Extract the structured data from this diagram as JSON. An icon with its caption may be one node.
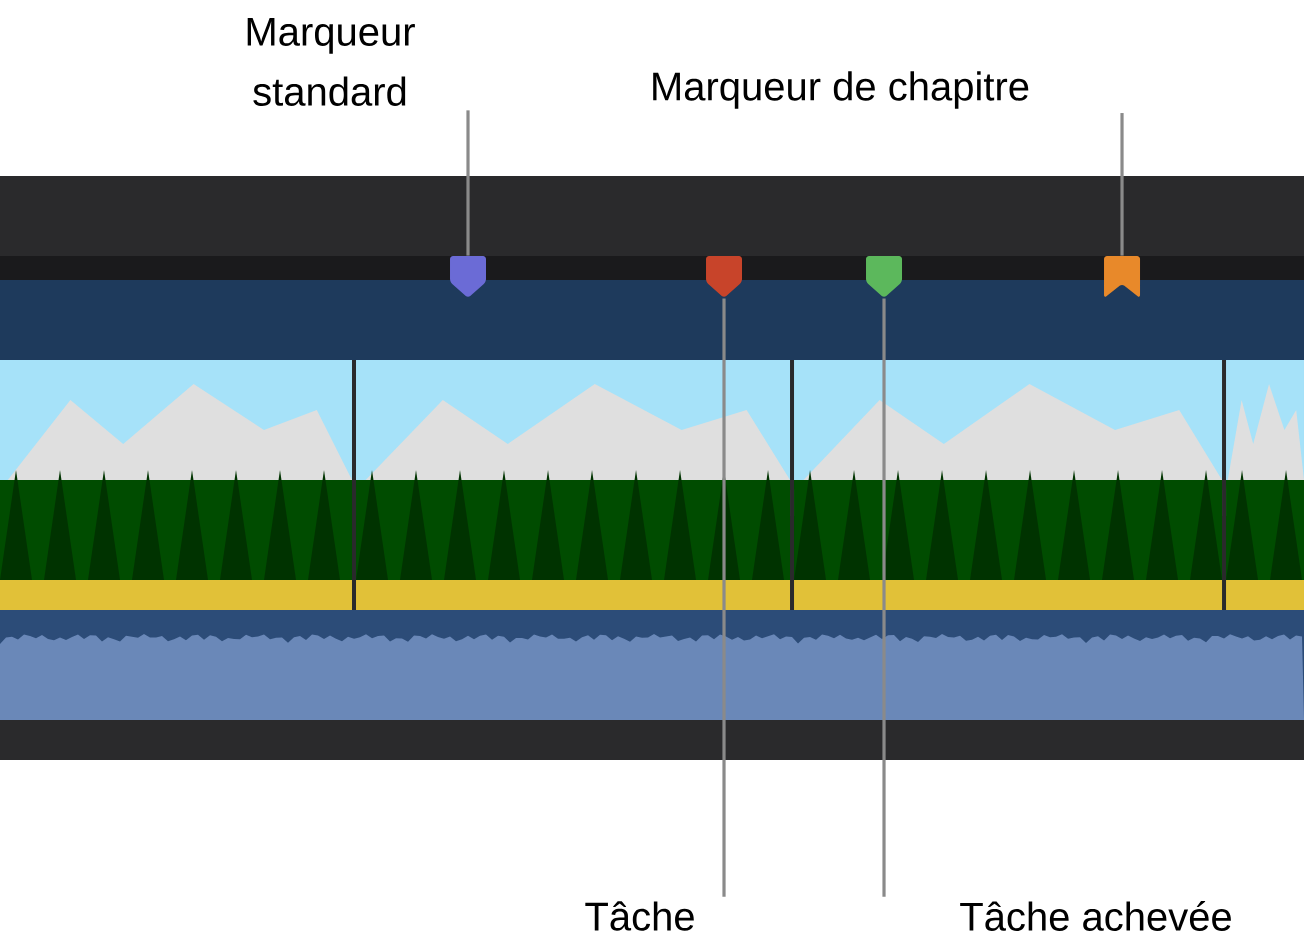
{
  "diagram": {
    "nodes": [
      {
        "text": [
          "Marqueur standard"
        ]
      },
      {
        "text": [
          "Marqueur de chapitre"
        ]
      },
      {
        "text": [
          "Tâche"
        ]
      },
      {
        "text": [
          "Tâche achevée"
        ]
      },
      {
        "text": [],
        "shape": "marker"
      },
      {
        "text": [],
        "shape": "marker"
      },
      {
        "text": [],
        "shape": "marker"
      },
      {
        "text": [],
        "shape": "bookmark"
      }
    ],
    "edges": [
      {
        "from": 0,
        "to": 4,
        "arrow": "none"
      },
      {
        "from": 1,
        "to": 7,
        "arrow": "none"
      },
      {
        "from": 2,
        "to": 5,
        "arrow": "none"
      },
      {
        "from": 3,
        "to": 6,
        "arrow": "none"
      }
    ]
  }
}
